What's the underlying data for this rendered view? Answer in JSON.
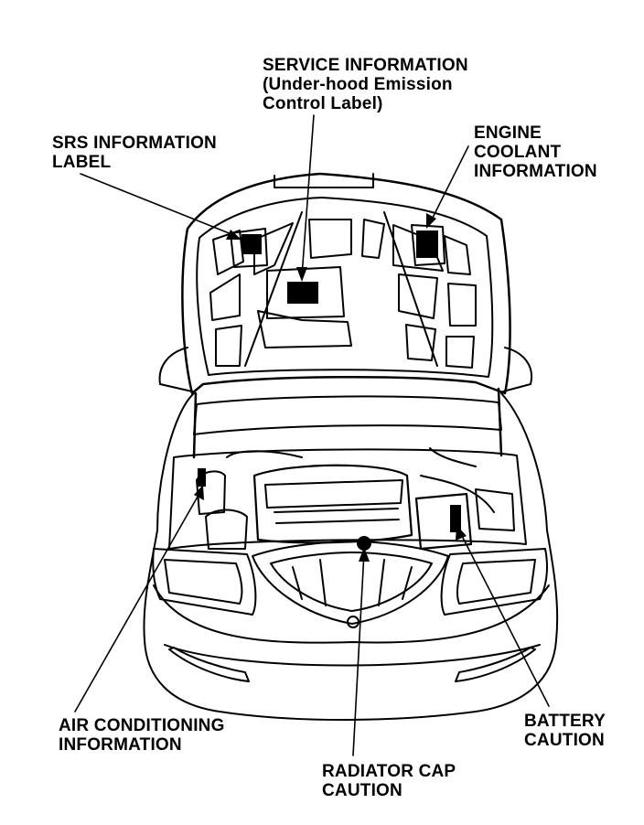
{
  "labels": {
    "service_info": [
      "SERVICE INFORMATION",
      "(Under-hood Emission",
      "Control Label)"
    ],
    "srs_info": [
      "SRS INFORMATION",
      "LABEL"
    ],
    "engine_coolant": [
      "ENGINE",
      "COOLANT",
      "INFORMATION"
    ],
    "air_conditioning": [
      "AIR CONDITIONING",
      "INFORMATION"
    ],
    "battery": [
      "BATTERY",
      "CAUTION"
    ],
    "radiator_cap": [
      "RADIATOR CAP",
      "CAUTION"
    ]
  },
  "colors": {
    "ink": "#000000",
    "paper": "#ffffff"
  }
}
